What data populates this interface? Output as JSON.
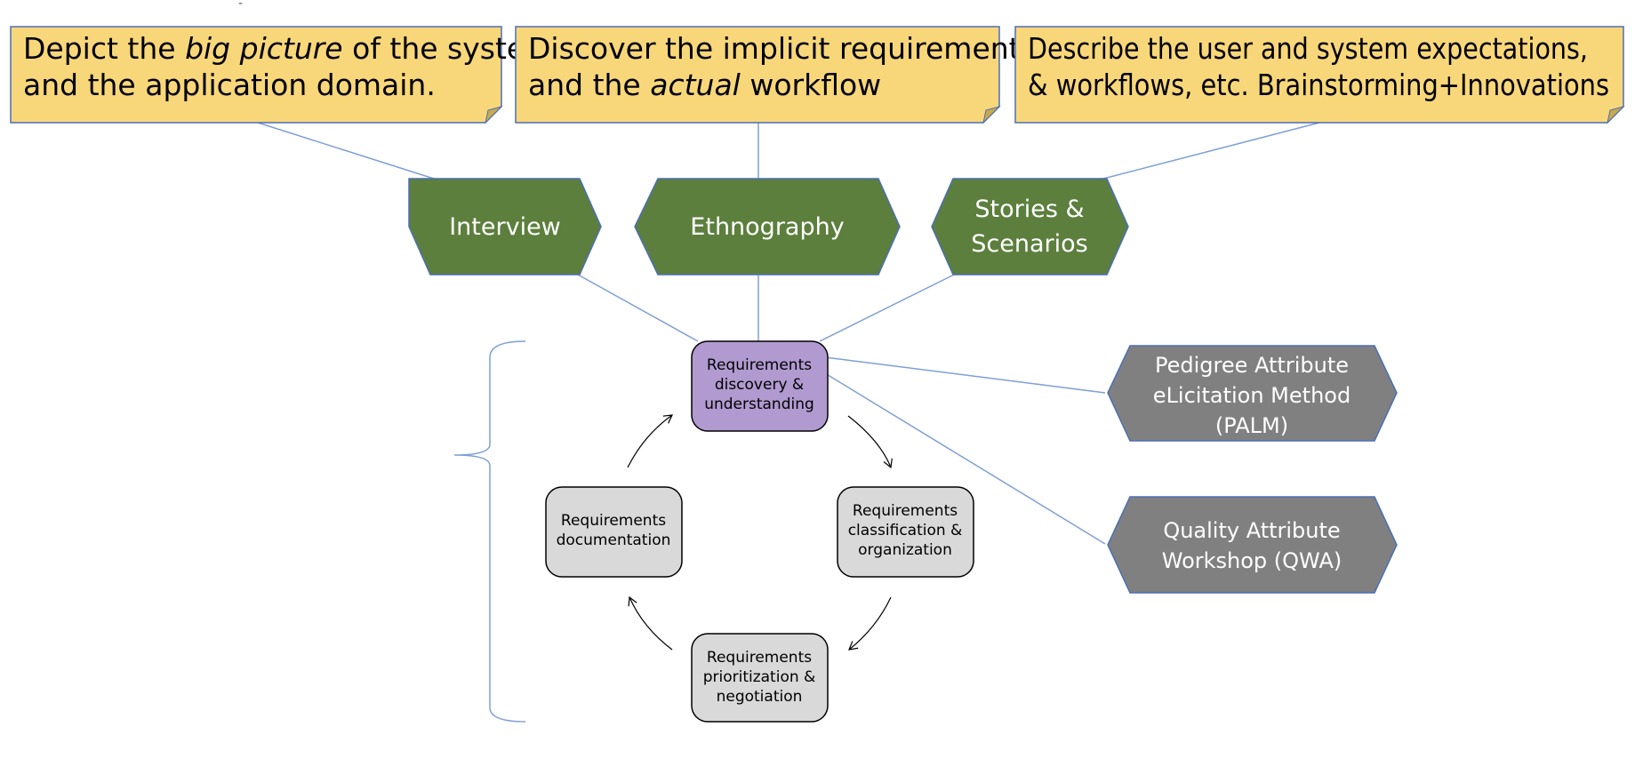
{
  "colors": {
    "note_fill": "#f8d77a",
    "note_stroke": "#4a6fb5",
    "green_hex": "#5c7f3d",
    "gray_hex": "#808080",
    "hex_stroke": "#4a6fb5",
    "purple_box": "#b09ad0",
    "gray_box": "#d9d9d9",
    "connector": "#7f9fd6"
  },
  "notes": {
    "interview": {
      "line1_a": "Depict the ",
      "line1_em": "big picture",
      "line1_b": " of the system",
      "line2": "and the application domain."
    },
    "ethnography": {
      "line1": "Discover the implicit requirements",
      "line2_a": "and the ",
      "line2_em": "actual",
      "line2_b": " workflow"
    },
    "stories": {
      "line1": "Describe the user and system expectations,",
      "line2": "& workflows, etc. Brainstorming+Innovations"
    }
  },
  "techniques": {
    "interview": "Interview",
    "ethnography": "Ethnography",
    "stories_line1": "Stories &",
    "stories_line2": "Scenarios"
  },
  "methods": {
    "palm_line1": "Pedigree Attribute",
    "palm_line2": "eLicitation Method",
    "palm_line3": "(PALM)",
    "qaw_line1": "Quality Attribute",
    "qaw_line2": "Workshop (QWA)"
  },
  "cycle": {
    "discovery": [
      "Requirements",
      "discovery &",
      "understanding"
    ],
    "classification": [
      "Requirements",
      "classification &",
      "organization"
    ],
    "prioritization": [
      "Requirements",
      "prioritization &",
      "negotiation"
    ],
    "documentation": [
      "Requirements",
      "documentation"
    ]
  },
  "stray_mark": "-"
}
